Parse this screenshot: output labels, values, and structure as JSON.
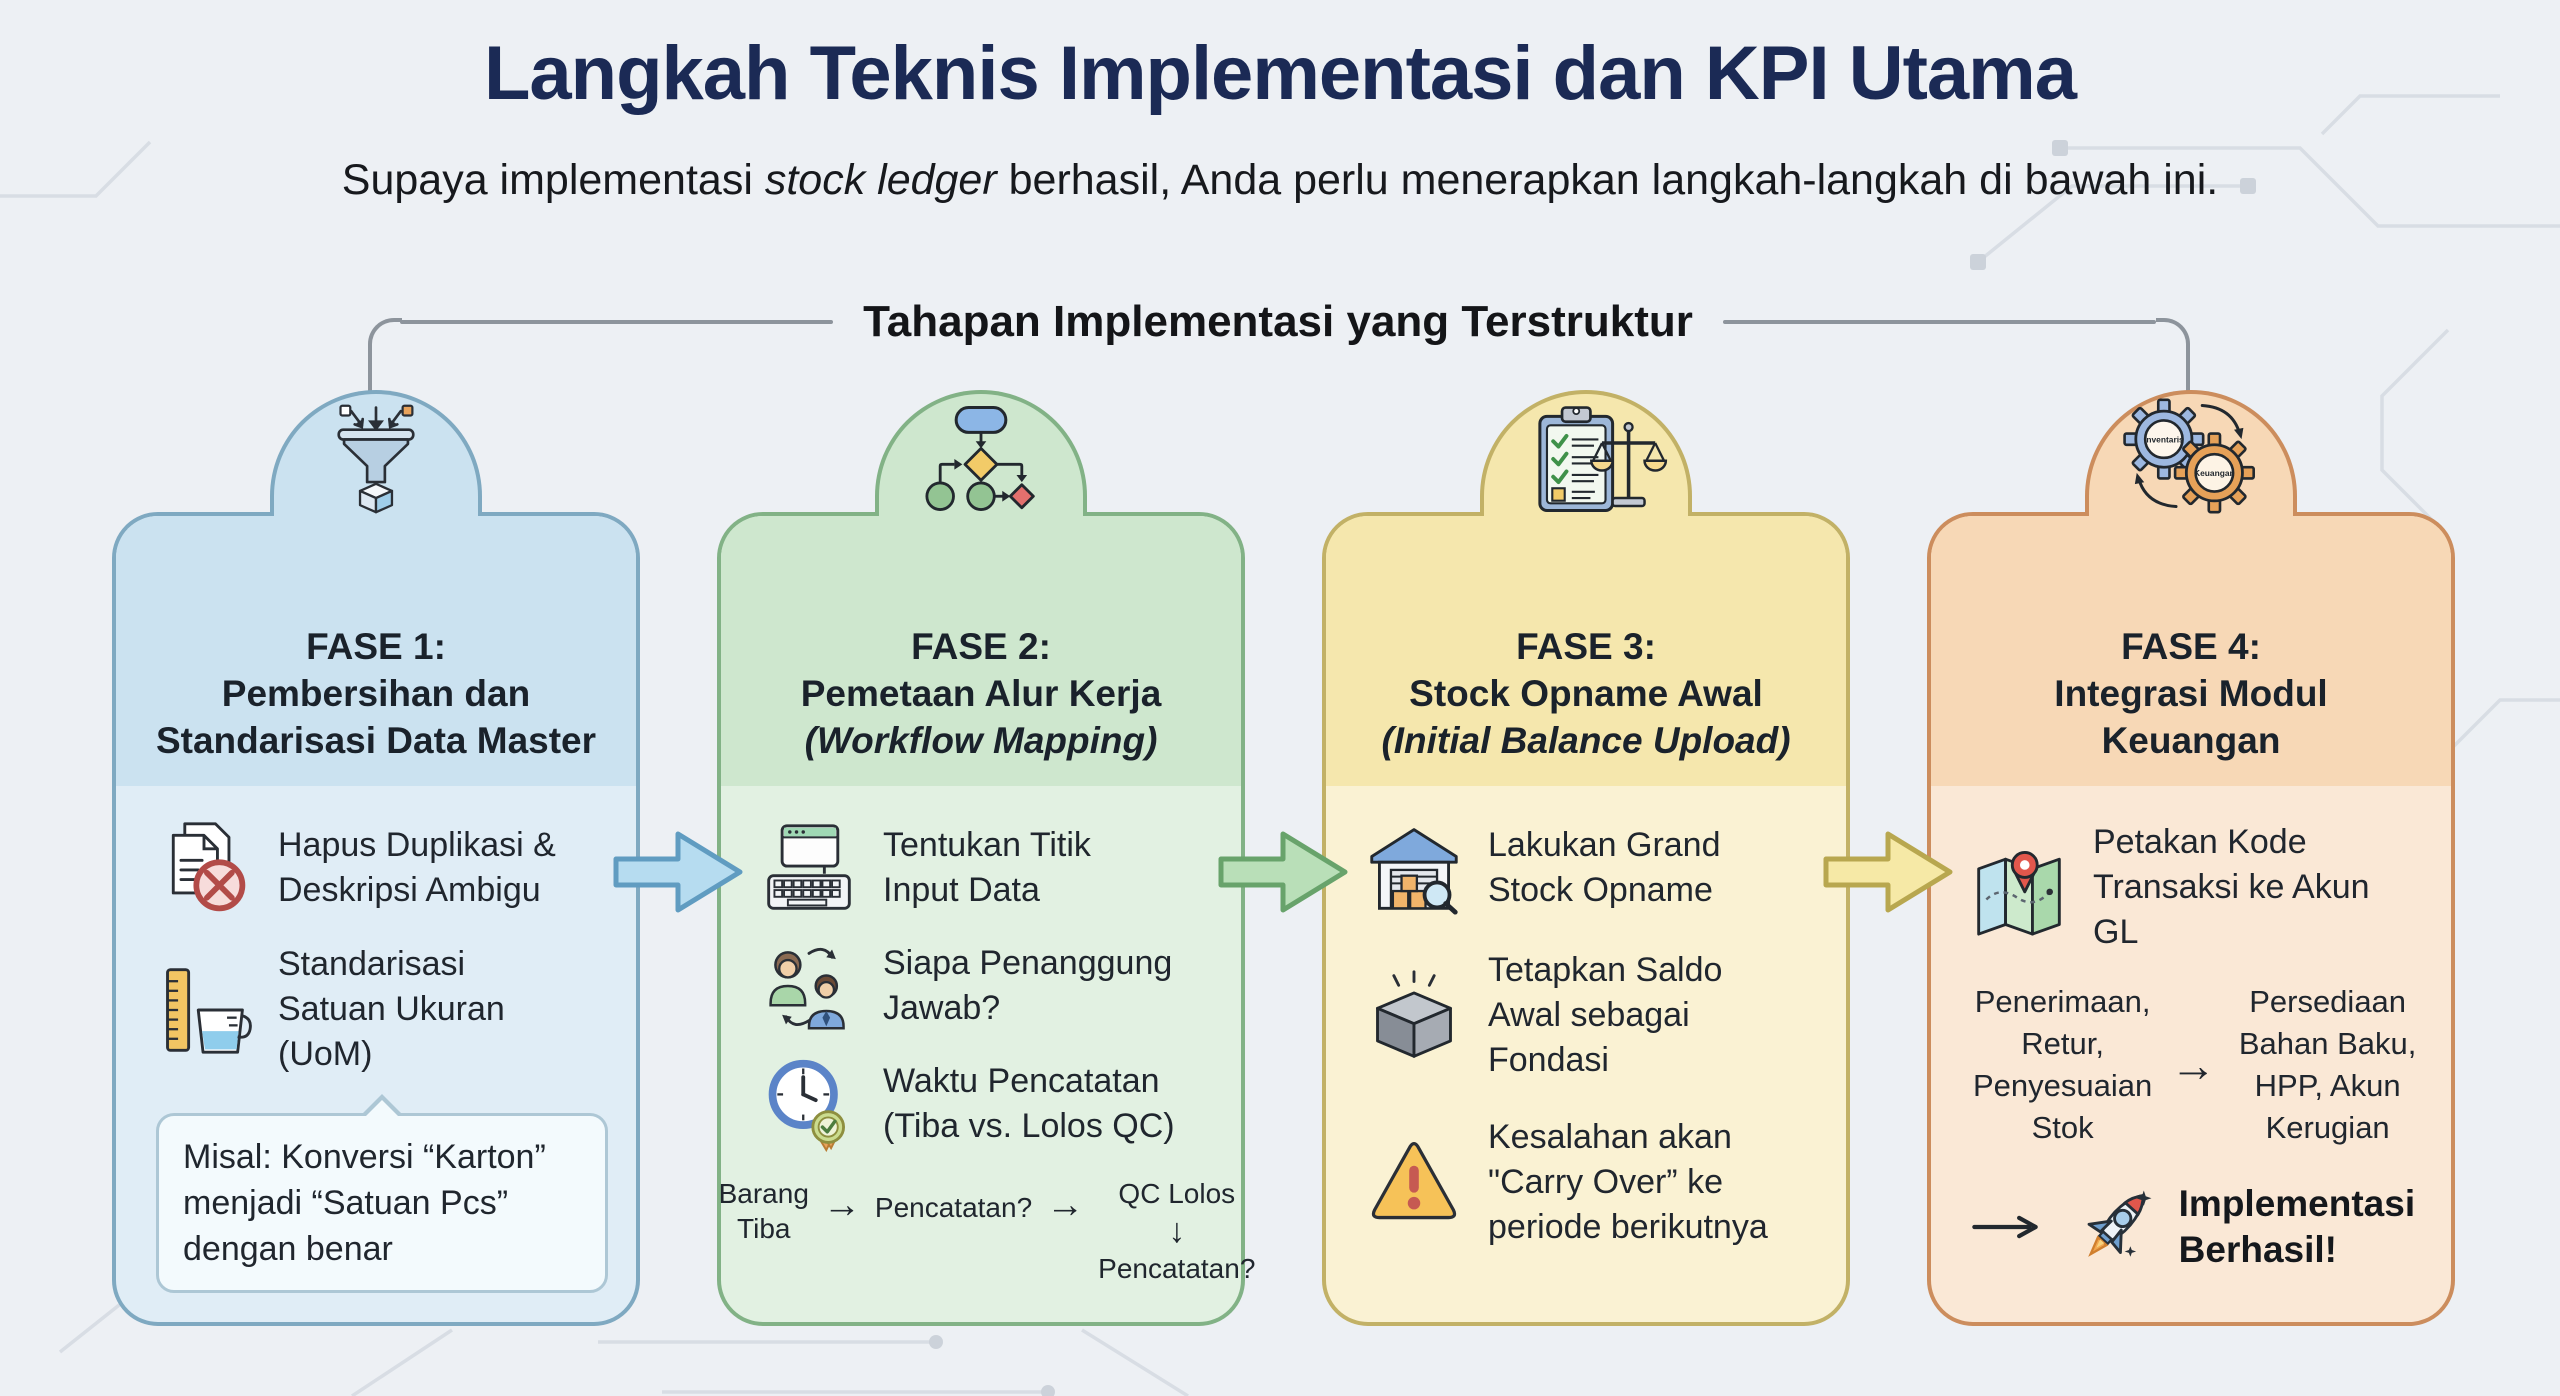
{
  "page": {
    "title": "Langkah Teknis Implementasi dan KPI Utama",
    "subtitle": {
      "prefix": "Supaya implementasi ",
      "italic": "stock ledger",
      "suffix": " berhasil, Anda perlu menerapkan langkah-langkah di bawah ini."
    },
    "section_heading": "Tahapan Implementasi yang Terstruktur",
    "background_color": "#edf0f4",
    "title_color": "#1b2a55",
    "connector_color": "#8d949c"
  },
  "phases": [
    {
      "name": "fase-1",
      "icon": "funnel-data-icon",
      "colors": {
        "border": "#7fa9c1",
        "header_bg": "#cbe2f0",
        "body_bg": "#e0edf6"
      },
      "title_lines": [
        "FASE 1:",
        "Pembersihan dan",
        "Standarisasi Data Master"
      ],
      "items": [
        {
          "icon": "duplicate-documents-icon",
          "text": "Hapus Duplikasi & Deskripsi Ambigu"
        },
        {
          "icon": "unit-of-measure-icon",
          "text": "Standarisasi Satuan Ukuran (UoM)"
        }
      ],
      "note": "Misal: Konversi “Karton” menjadi “Satuan Pcs” dengan benar"
    },
    {
      "name": "fase-2",
      "icon": "flowchart-icon",
      "colors": {
        "border": "#82b286",
        "header_bg": "#cee7ce",
        "body_bg": "#e2f1e2"
      },
      "title_lines": [
        "FASE 2:",
        "Pemetaan Alur Kerja",
        "(Workflow Mapping)"
      ],
      "items": [
        {
          "icon": "data-input-terminal-icon",
          "text": "Tentukan Titik Input Data"
        },
        {
          "icon": "responsible-people-icon",
          "text": "Siapa Penanggung Jawab?"
        },
        {
          "icon": "recording-time-clock-icon",
          "text": "Waktu Pencatatan (Tiba vs. Lolos QC)"
        }
      ],
      "flow": {
        "step1": "Barang Tiba",
        "arrow": "→",
        "step2": "Pencatatan?",
        "step3": "QC Lolos",
        "down_arrow": "↓",
        "step4": "Pencatatan?"
      }
    },
    {
      "name": "fase-3",
      "icon": "clipboard-scale-icon",
      "colors": {
        "border": "#c2b166",
        "header_bg": "#f5e7ad",
        "body_bg": "#faf2d3"
      },
      "title_lines": [
        "FASE 3:",
        "Stock Opname Awal",
        "(Initial Balance Upload)"
      ],
      "items": [
        {
          "icon": "warehouse-audit-icon",
          "text": "Lakukan Grand Stock Opname"
        },
        {
          "icon": "foundation-block-icon",
          "text": "Tetapkan Saldo Awal sebagai Fondasi"
        },
        {
          "icon": "warning-triangle-icon",
          "text": "Kesalahan akan \"Carry Over” ke periode berikutnya"
        }
      ]
    },
    {
      "name": "fase-4",
      "icon": "integration-gears-icon",
      "gear_labels": [
        "Inventaris",
        "Keuangan"
      ],
      "colors": {
        "border": "#cc8d5d",
        "header_bg": "#f7d8b6",
        "body_bg": "#fae8d6"
      },
      "title_lines": [
        "FASE 4:",
        "Integrasi Modul",
        "Keuangan"
      ],
      "items": [
        {
          "icon": "gl-map-pin-icon",
          "text": "Petakan Kode Transaksi ke Akun GL"
        }
      ],
      "mapping": {
        "from": "Penerimaan, Retur, Penyesuaian Stok",
        "arrow": "→",
        "to": "Persediaan Bahan Baku, HPP, Akun Kerugian"
      },
      "success": {
        "icon": "rocket-icon",
        "text": "Implementasi Berhasil!"
      }
    }
  ],
  "arrows_between_phases": [
    {
      "fill": "#b6dcf0",
      "stroke": "#609cc1"
    },
    {
      "fill": "#b9dfb8",
      "stroke": "#68a36b"
    },
    {
      "fill": "#f6e9a6",
      "stroke": "#b8a74f"
    }
  ]
}
